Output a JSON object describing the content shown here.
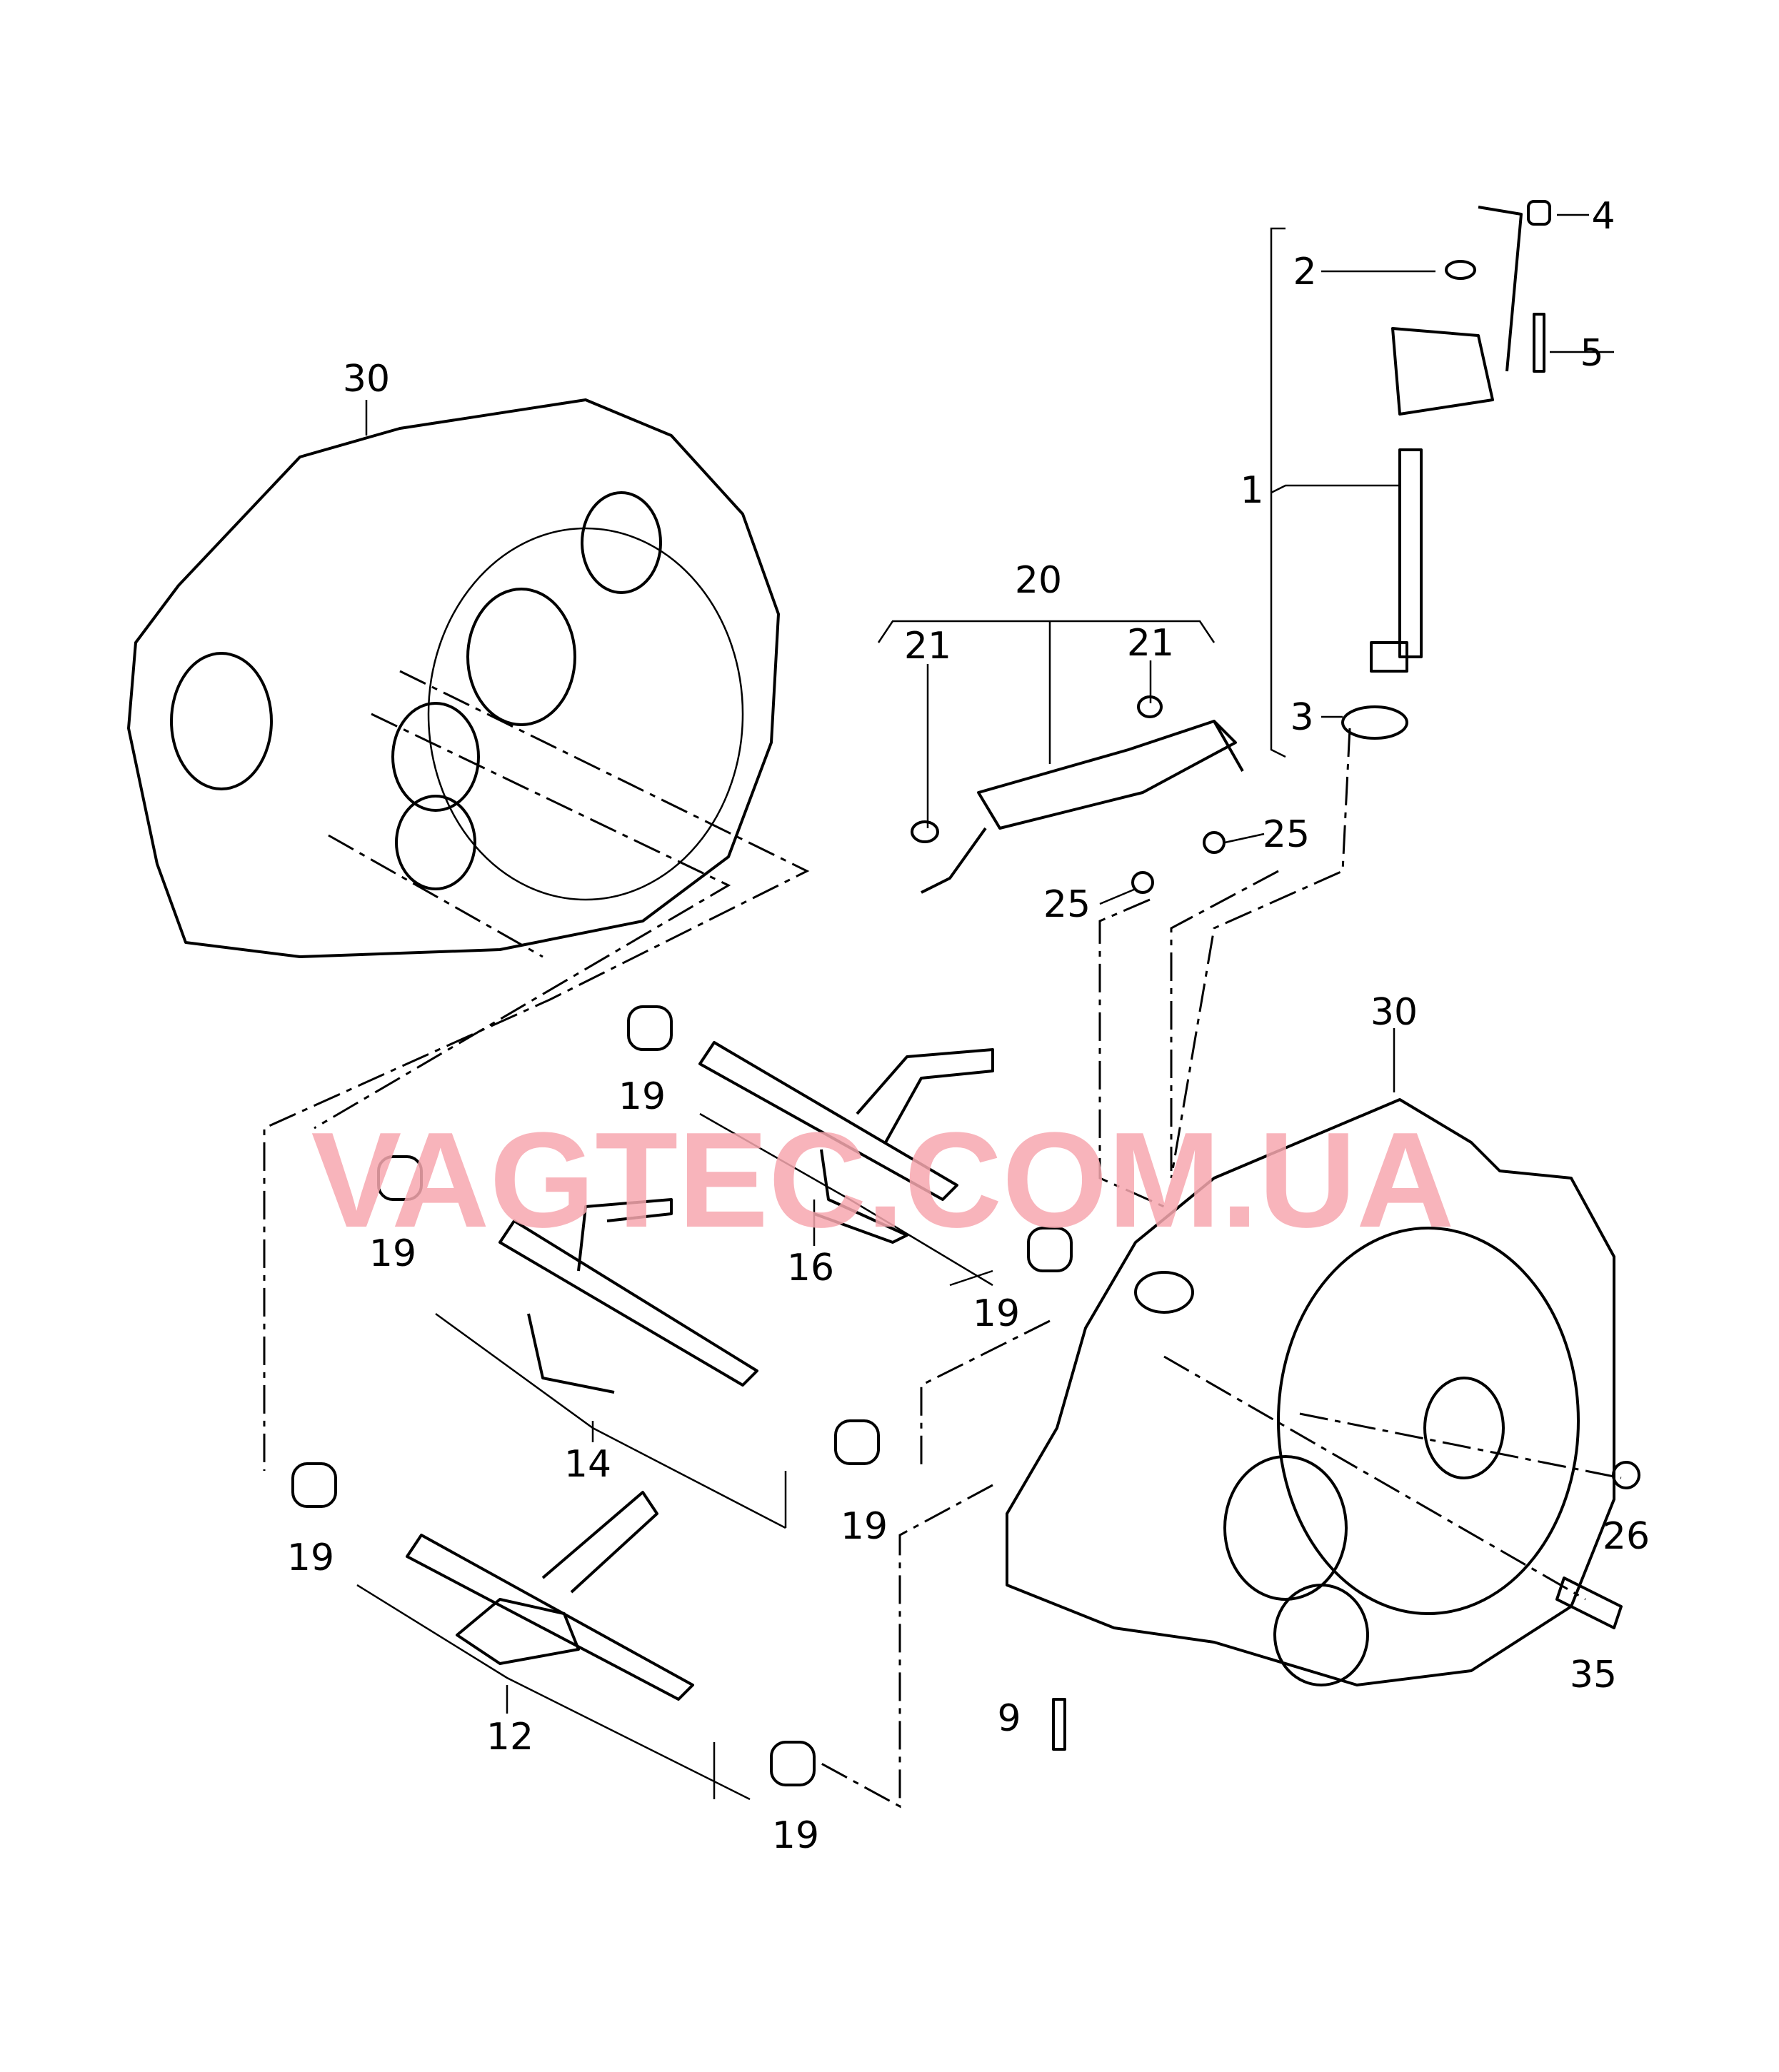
{
  "watermark": "VAGTEC.COM.UA",
  "callouts": {
    "housing_left": "30",
    "housing_right": "30",
    "selector_shaft": "1",
    "seal_2": "2",
    "oring_3": "3",
    "cap_4": "4",
    "bolt_5": "5",
    "bolt_9": "9",
    "fork_12": "12",
    "fork_14": "14",
    "fork_16": "16",
    "bush_19_a": "19",
    "bush_19_b": "19",
    "bush_19_c": "19",
    "bush_19_d": "19",
    "bush_19_e": "19",
    "bush_19_f": "19",
    "fork_20": "20",
    "circlip_21_left": "21",
    "circlip_21_right": "21",
    "ring_25_right": "25",
    "ring_25_left": "25",
    "nut_26": "26",
    "switch_35": "35"
  }
}
